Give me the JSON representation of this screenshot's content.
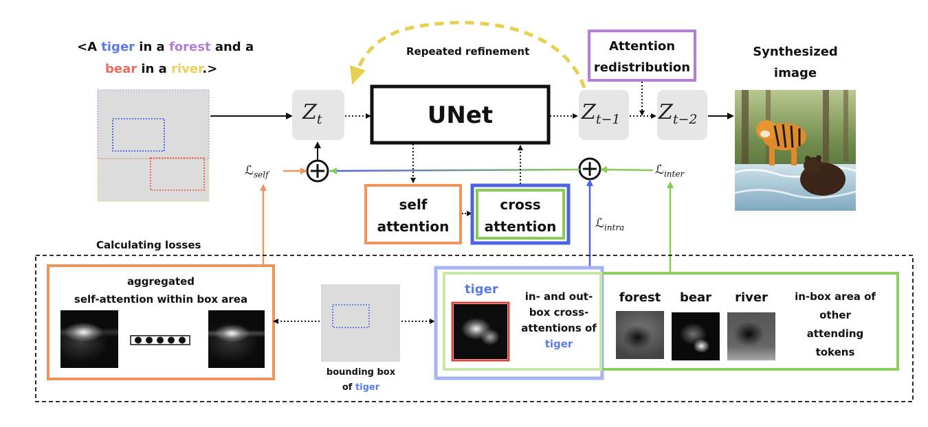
{
  "prompt": {
    "line1": [
      {
        "text": "<A ",
        "color": "#111111"
      },
      {
        "text": "tiger",
        "color": "#5b7bea"
      },
      {
        "text": " in a ",
        "color": "#111111"
      },
      {
        "text": "forest",
        "color": "#b57ed8"
      },
      {
        "text": " and a",
        "color": "#111111"
      }
    ],
    "line2": [
      {
        "text": "bear",
        "color": "#ef6b5e"
      },
      {
        "text": " in a ",
        "color": "#111111"
      },
      {
        "text": "river",
        "color": "#e8d15a"
      },
      {
        "text": ".>",
        "color": "#111111"
      }
    ]
  },
  "repeated_refinement": "Repeated refinement",
  "unet": "UNet",
  "attention_redistribution": [
    "Attention",
    "redistribution"
  ],
  "synthesized_image": [
    "Synthesized",
    "image"
  ],
  "self_attention": [
    "self",
    "attention"
  ],
  "cross_attention": [
    "cross",
    "attention"
  ],
  "calculating_losses": "Calculating losses",
  "aggregated": [
    "aggregated",
    "self-attention within box area"
  ],
  "bounding_box": {
    "line1": "bounding box",
    "of": "of ",
    "token": "tiger"
  },
  "tiger_token": "tiger",
  "inout": {
    "lines": [
      "in- and out-",
      "box cross-",
      "attentions of"
    ],
    "token": "tiger"
  },
  "other_tokens": [
    "forest",
    "bear",
    "river"
  ],
  "inbox_other": [
    "in-box area of",
    "other",
    "attending",
    "tokens"
  ],
  "colors": {
    "orange": "#f0955a",
    "purple": "#b57ed8",
    "blue": "#7e92ee",
    "blue_dark": "#4d63e0",
    "green": "#86cc56",
    "yellow": "#e9cf50",
    "red": "#d9453b",
    "tiger_blue": "#5b7bea"
  }
}
